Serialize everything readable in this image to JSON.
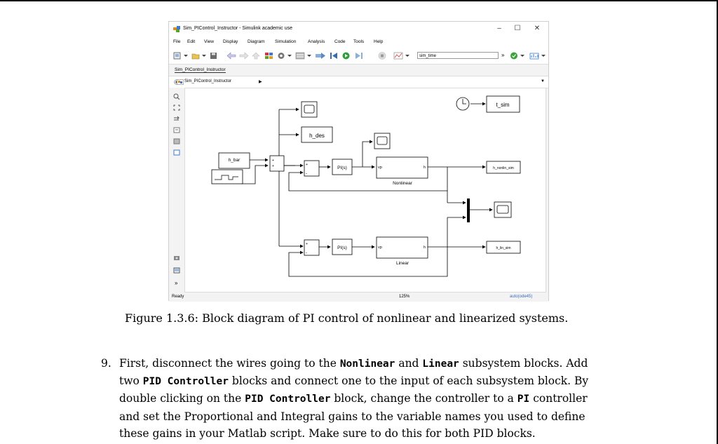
{
  "window": {
    "title": "Sim_PIControl_Instructor - Simulink academic use",
    "controls": {
      "minimize": "–",
      "maximize": "☐",
      "close": "✕"
    },
    "menu": [
      "File",
      "Edit",
      "View",
      "Display",
      "Diagram",
      "Simulation",
      "Analysis",
      "Code",
      "Tools",
      "Help"
    ],
    "toolbar": {
      "stop_time_field": "sim_time",
      "overflow": "»"
    },
    "tab": "Sim_PIControl_Instructor",
    "breadcrumb": "Sim_PIControl_Instructor",
    "status": {
      "left": "Ready",
      "zoom": "125%",
      "solver": "auto(ode45)"
    },
    "palette_more": "»"
  },
  "diagram": {
    "blocks": {
      "h_bar": "h_bar",
      "h_des": "h_des",
      "pi_nonlinear": "PI(s)",
      "pi_linear": "PI(s)",
      "nonlinear_in": "vp",
      "nonlinear_out": "h",
      "nonlinear_name": "Nonlinear",
      "linear_in": "vp",
      "linear_out": "h",
      "linear_name": "Linear",
      "t_sim": "t_sim",
      "h_nonlin_sim": "h_nonlin_sim",
      "h_lin_sim": "h_lin_sim",
      "plus": "+",
      "minus": "-"
    }
  },
  "caption": "Figure 1.3.6: Block diagram of PI control of nonlinear and linearized systems.",
  "instruction": {
    "number": "9.",
    "line1": {
      "a": "First, disconnect the wires going to the ",
      "b": "Nonlinear",
      "c": " and ",
      "d": "Linear",
      "e": " subsystem blocks. Add"
    },
    "line2": {
      "a": "two ",
      "b": "PID Controller",
      "c": " blocks and connect one to the input of each subsystem block. By"
    },
    "line3": {
      "a": "double clicking on the ",
      "b": "PID Controller",
      "c": " block, change the controller to a ",
      "d": "PI",
      "e": " controller"
    },
    "line4": "and set the Proportional and Integral gains to the variable names you used to define",
    "line5": "these gains in your Matlab script. Make sure to do this for both PID blocks."
  },
  "colors": {
    "sum_plus": "#000000",
    "clock_face": "#ffffff",
    "play_green": "#2e9e3a",
    "check_green": "#3aa33a"
  }
}
